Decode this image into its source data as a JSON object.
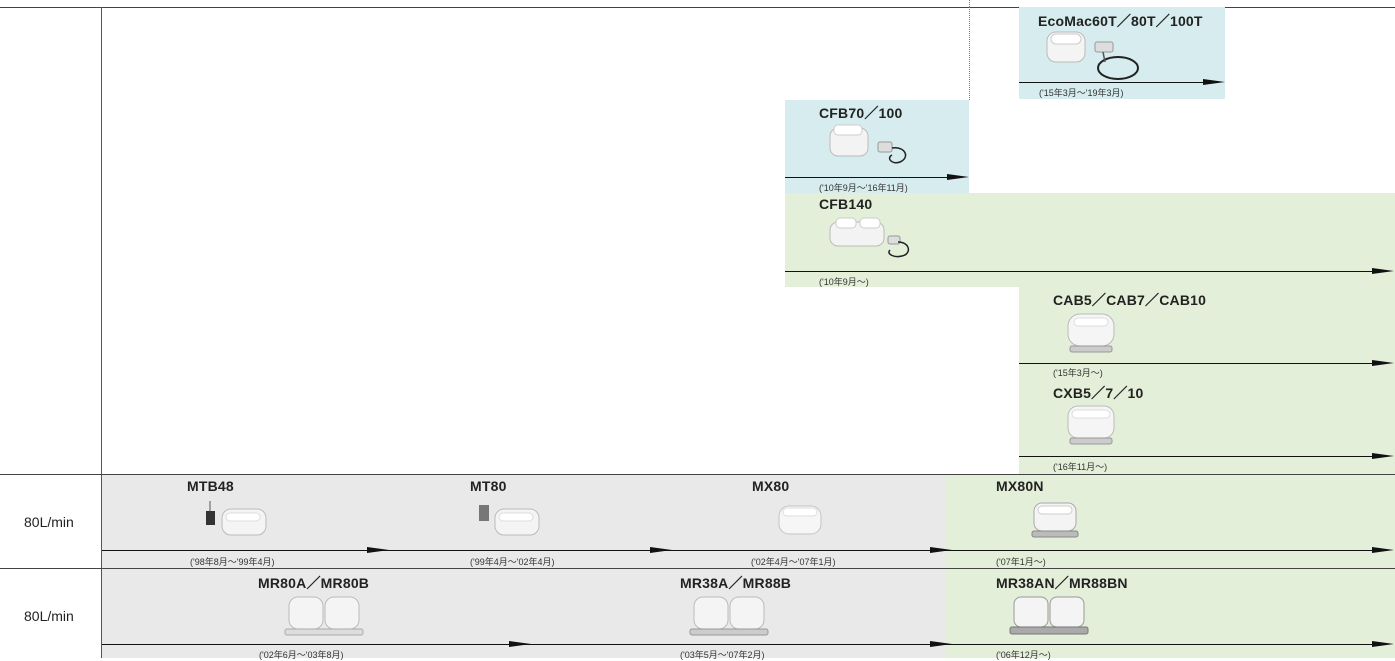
{
  "products": {
    "ecomac": {
      "name": "EcoMac60T／80T／100T",
      "period": "('15年3月～'19年3月)"
    },
    "cfb70": {
      "name": "CFB70／100",
      "period": "('10年9月～'16年11月)"
    },
    "cfb140": {
      "name": "CFB140",
      "period": "('10年9月～)"
    },
    "cab": {
      "name": "CAB5／CAB7／CAB10",
      "period": "('15年3月～)"
    },
    "cxb": {
      "name": "CXB5／7／10",
      "period": "('16年11月～)"
    },
    "mtb48": {
      "name": "MTB48",
      "period": "('98年8月～'99年4月)"
    },
    "mt80": {
      "name": "MT80",
      "period": "('99年4月～'02年4月)"
    },
    "mx80": {
      "name": "MX80",
      "period": "('02年4月～'07年1月)"
    },
    "mx80n": {
      "name": "MX80N",
      "period": "('07年1月～)"
    },
    "mr80": {
      "name": "MR80A／MR80B",
      "period": "('02年6月～'03年8月)"
    },
    "mr38": {
      "name": "MR38A／MR88B",
      "period": "('03年5月～'07年2月)"
    },
    "mr38an": {
      "name": "MR38AN／MR88BN",
      "period": "('06年12月～)"
    }
  },
  "rows": {
    "row1_label": "80L/min",
    "row2_label": "80L/min"
  },
  "colors": {
    "discontinued_blue": "#d6ecee",
    "current_green": "#e3efd9",
    "past_gray": "#e9e9e9"
  }
}
